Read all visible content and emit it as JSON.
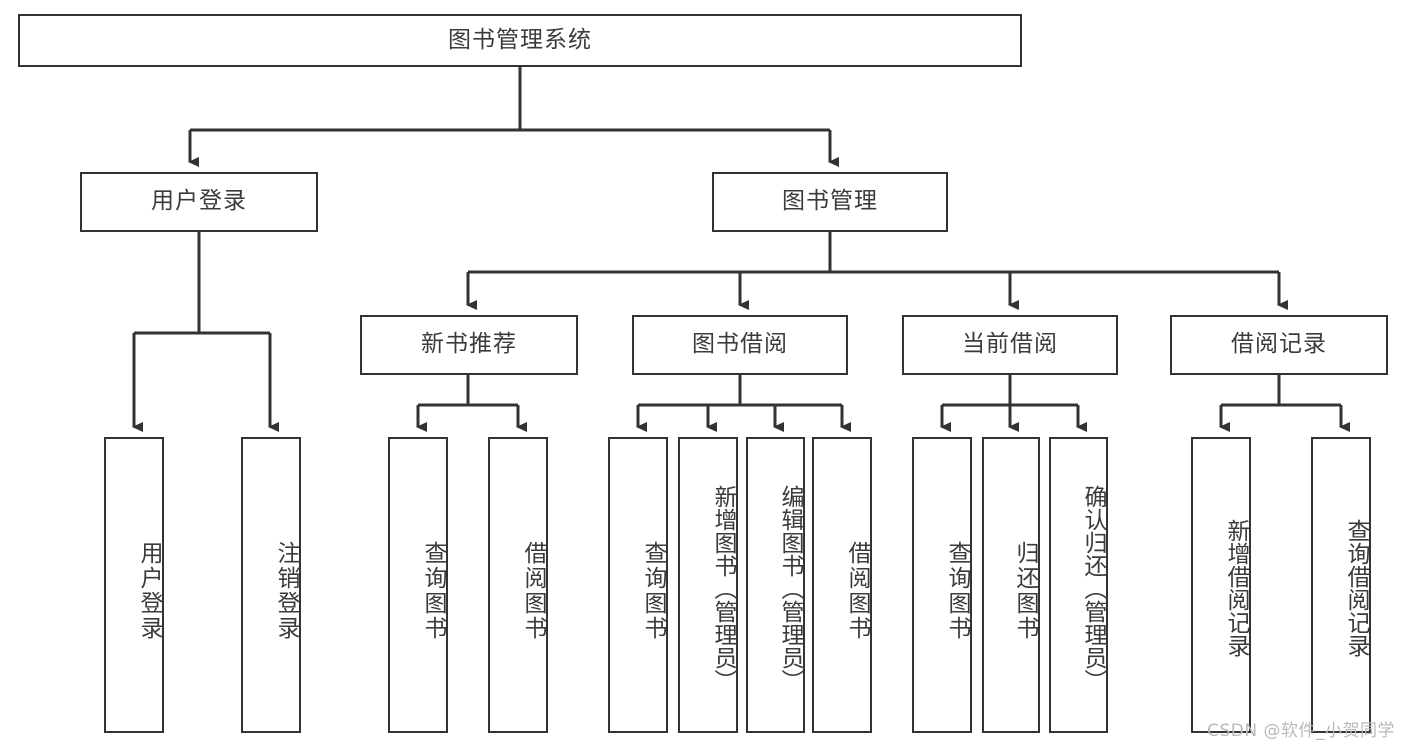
{
  "diagram": {
    "type": "tree-hierarchy-chart",
    "title": "图书管理系统",
    "colors": {
      "box_border": "#333333",
      "box_fill": "#ffffff",
      "text": "#3b3b3b",
      "connector": "#333333",
      "watermark": "#b9b9b9"
    },
    "root": {
      "label": "图书管理系统"
    },
    "level2": [
      {
        "label": "用户登录"
      },
      {
        "label": "图书管理"
      }
    ],
    "level3": [
      {
        "label": "新书推荐"
      },
      {
        "label": "图书借阅"
      },
      {
        "label": "当前借阅"
      },
      {
        "label": "借阅记录"
      }
    ],
    "leaves": {
      "user_login": [
        {
          "label": "用户登录"
        },
        {
          "label": "注销登录"
        }
      ],
      "new_book": [
        {
          "label": "查询图书"
        },
        {
          "label": "借阅图书"
        }
      ],
      "book_borrow": [
        {
          "label": "查询图书"
        },
        {
          "label": "新增图书（管理员）"
        },
        {
          "label": "编辑图书（管理员）"
        },
        {
          "label": "借阅图书"
        }
      ],
      "current_borrow": [
        {
          "label": "查询图书"
        },
        {
          "label": "归还图书"
        },
        {
          "label": "确认归还（管理员）"
        }
      ],
      "borrow_record": [
        {
          "label": "新增借阅记录"
        },
        {
          "label": "查询借阅记录"
        }
      ]
    }
  },
  "watermark": {
    "text": "CSDN @软件_小贺同学"
  }
}
